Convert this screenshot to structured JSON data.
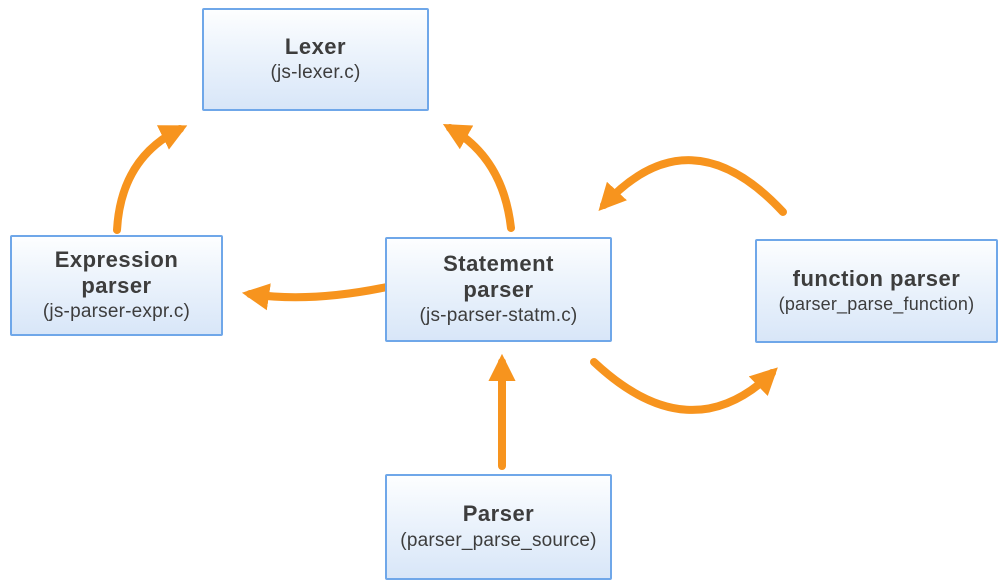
{
  "diagram": {
    "background_color": "#FFFFFF",
    "arrow_color": "#F7941E",
    "node_border_color": "#6FA7E9",
    "node_fill_top": "#FDFEFF",
    "node_fill_bottom": "#D8E6F8",
    "text_color": "#3D3D3D",
    "nodes": [
      {
        "id": "lexer",
        "lines": [
          "Lexer"
        ],
        "subtitle": "(js-lexer.c)"
      },
      {
        "id": "expression-parser",
        "lines": [
          "Expression",
          "parser"
        ],
        "subtitle": "(js-parser-expr.c)"
      },
      {
        "id": "statement-parser",
        "lines": [
          "Statement",
          "parser"
        ],
        "subtitle": "(js-parser-statm.c)"
      },
      {
        "id": "function-parser",
        "lines": [
          "function parser"
        ],
        "subtitle": "(parser_parse_function)"
      },
      {
        "id": "parser",
        "lines": [
          "Parser"
        ],
        "subtitle": "(parser_parse_source)"
      }
    ],
    "edges": [
      {
        "from": "expression-parser",
        "to": "lexer"
      },
      {
        "from": "statement-parser",
        "to": "lexer"
      },
      {
        "from": "statement-parser",
        "to": "expression-parser"
      },
      {
        "from": "function-parser",
        "to": "statement-parser"
      },
      {
        "from": "statement-parser",
        "to": "function-parser"
      },
      {
        "from": "parser",
        "to": "statement-parser"
      }
    ]
  }
}
